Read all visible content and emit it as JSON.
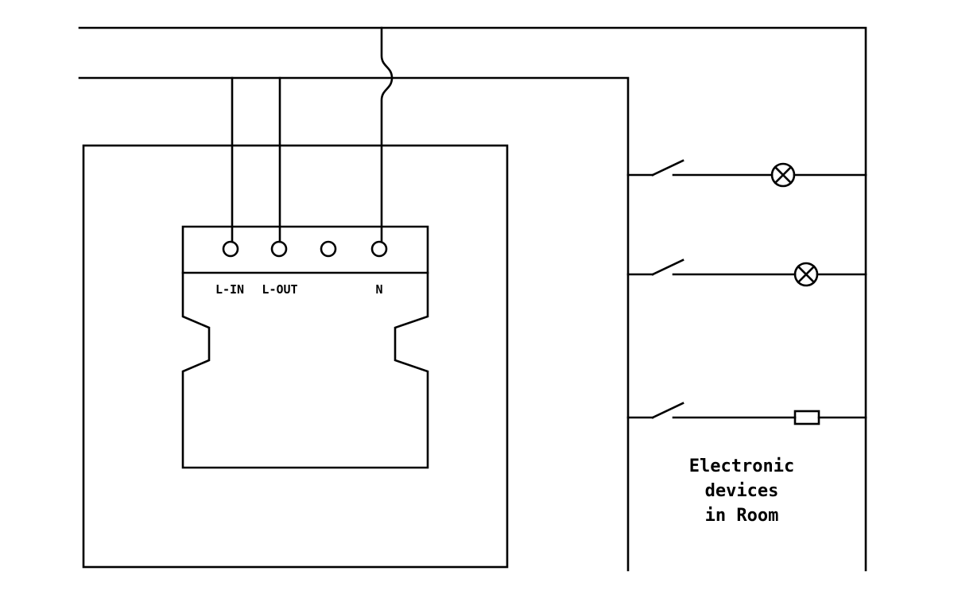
{
  "colors": {
    "line": "#000000",
    "background": "#ffffff",
    "text": "#000000"
  },
  "device": {
    "terminals": [
      {
        "label": "L-IN"
      },
      {
        "label": "L-OUT"
      },
      {
        "label": ""
      },
      {
        "label": "N"
      }
    ]
  },
  "room": {
    "caption_lines": [
      "Electronic",
      "devices",
      "in Room"
    ]
  },
  "icons": {
    "lamp": "lamp-circle-x-icon",
    "switch": "open-switch-icon",
    "load": "generic-device-box-icon",
    "terminal": "terminal-screw-circle-icon",
    "wire_hop": "wire-crossover-hop"
  }
}
